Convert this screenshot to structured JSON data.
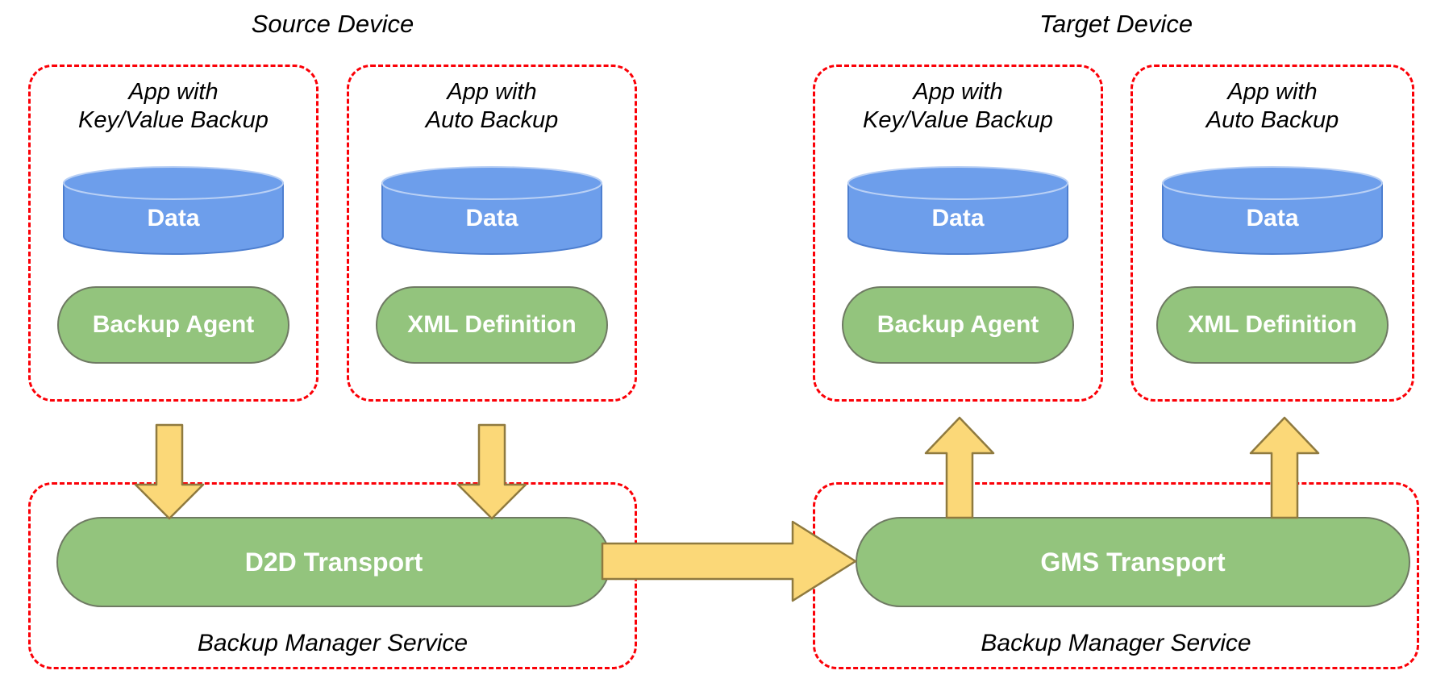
{
  "colors": {
    "data_fill": "#6d9eeb",
    "data_stroke": "#4e7fd0",
    "data_top_stroke": "#b9d0f5",
    "agent_fill": "#93c47d",
    "agent_stroke": "#6f7a63",
    "arrow_fill": "#fbd878",
    "arrow_stroke": "#8f7a3f",
    "dashed_border": "#fb0007"
  },
  "devices": {
    "source_label": "Source Device",
    "target_label": "Target Device"
  },
  "apps": [
    {
      "title": "App with\nKey/Value Backup",
      "data_label": "Data",
      "component_label": "Backup Agent"
    },
    {
      "title": "App with\nAuto Backup",
      "data_label": "Data",
      "component_label": "XML Definition"
    },
    {
      "title": "App with\nKey/Value Backup",
      "data_label": "Data",
      "component_label": "Backup Agent"
    },
    {
      "title": "App with\nAuto Backup",
      "data_label": "Data",
      "component_label": "XML Definition"
    }
  ],
  "services": [
    {
      "transport": "D2D Transport",
      "label": "Backup Manager Service"
    },
    {
      "transport": "GMS Transport",
      "label": "Backup Manager Service"
    }
  ]
}
